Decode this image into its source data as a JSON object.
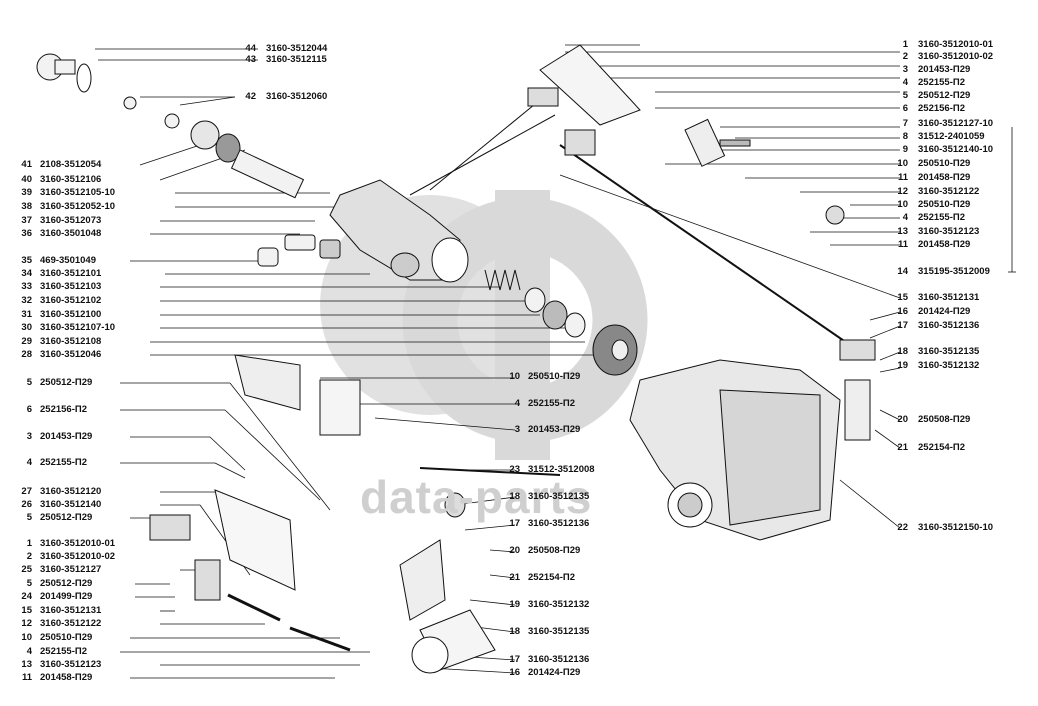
{
  "watermark": {
    "text": "data-parts",
    "color": "#cfcfcf"
  },
  "colors": {
    "ink": "#111111",
    "watermark": "#d0d0d0"
  },
  "top_left_labels": [
    {
      "num": "44",
      "code": "3160-3512044"
    },
    {
      "num": "43",
      "code": "3160-3512115"
    },
    {
      "num": "42",
      "code": "3160-3512060"
    }
  ],
  "left_upper_labels": [
    {
      "num": "41",
      "code": "2108-3512054"
    },
    {
      "num": "40",
      "code": "3160-3512106"
    },
    {
      "num": "39",
      "code": "3160-3512105-10"
    },
    {
      "num": "38",
      "code": "3160-3512052-10"
    },
    {
      "num": "37",
      "code": "3160-3512073"
    },
    {
      "num": "36",
      "code": "3160-3501048"
    },
    {
      "num": "35",
      "code": "469-3501049"
    },
    {
      "num": "34",
      "code": "3160-3512101"
    },
    {
      "num": "33",
      "code": "3160-3512103"
    },
    {
      "num": "32",
      "code": "3160-3512102"
    },
    {
      "num": "31",
      "code": "3160-3512100"
    },
    {
      "num": "30",
      "code": "3160-3512107-10"
    },
    {
      "num": "29",
      "code": "3160-3512108"
    },
    {
      "num": "28",
      "code": "3160-3512046"
    }
  ],
  "left_mid_labels": [
    {
      "num": "5",
      "code": "250512-П29"
    },
    {
      "num": "6",
      "code": "252156-П2"
    },
    {
      "num": "3",
      "code": "201453-П29"
    },
    {
      "num": "4",
      "code": "252155-П2"
    }
  ],
  "left_lower_labels": [
    {
      "num": "27",
      "code": "3160-3512120"
    },
    {
      "num": "26",
      "code": "3160-3512140"
    },
    {
      "num": "5",
      "code": "250512-П29"
    },
    {
      "num": "1",
      "code": "3160-3512010-01"
    },
    {
      "num": "2",
      "code": "3160-3512010-02"
    },
    {
      "num": "25",
      "code": "3160-3512127"
    },
    {
      "num": "5",
      "code": "250512-П29"
    },
    {
      "num": "24",
      "code": "201499-П29"
    },
    {
      "num": "15",
      "code": "3160-3512131"
    },
    {
      "num": "12",
      "code": "3160-3512122"
    },
    {
      "num": "10",
      "code": "250510-П29"
    },
    {
      "num": "4",
      "code": "252155-П2"
    },
    {
      "num": "13",
      "code": "3160-3512123"
    },
    {
      "num": "11",
      "code": "201458-П29"
    }
  ],
  "right_labels": [
    {
      "num": "1",
      "code": "3160-3512010-01"
    },
    {
      "num": "2",
      "code": "3160-3512010-02"
    },
    {
      "num": "3",
      "code": "201453-П29"
    },
    {
      "num": "4",
      "code": "252155-П2"
    },
    {
      "num": "5",
      "code": "250512-П29"
    },
    {
      "num": "6",
      "code": "252156-П2"
    },
    {
      "num": "7",
      "code": "3160-3512127-10"
    },
    {
      "num": "8",
      "code": "31512-2401059"
    },
    {
      "num": "9",
      "code": "3160-3512140-10"
    },
    {
      "num": "10",
      "code": "250510-П29"
    },
    {
      "num": "11",
      "code": "201458-П29"
    },
    {
      "num": "12",
      "code": "3160-3512122"
    },
    {
      "num": "10",
      "code": "250510-П29"
    },
    {
      "num": "4",
      "code": "252155-П2"
    },
    {
      "num": "13",
      "code": "3160-3512123"
    },
    {
      "num": "11",
      "code": "201458-П29"
    },
    {
      "num": "14",
      "code": "315195-3512009"
    }
  ],
  "right_lower_labels": [
    {
      "num": "15",
      "code": "3160-3512131"
    },
    {
      "num": "16",
      "code": "201424-П29"
    },
    {
      "num": "17",
      "code": "3160-3512136"
    },
    {
      "num": "18",
      "code": "3160-3512135"
    },
    {
      "num": "19",
      "code": "3160-3512132"
    },
    {
      "num": "20",
      "code": "250508-П29"
    },
    {
      "num": "21",
      "code": "252154-П2"
    },
    {
      "num": "22",
      "code": "3160-3512150-10"
    }
  ],
  "center_labels": [
    {
      "num": "10",
      "code": "250510-П29"
    },
    {
      "num": "4",
      "code": "252155-П2"
    },
    {
      "num": "3",
      "code": "201453-П29"
    },
    {
      "num": "23",
      "code": "31512-3512008"
    },
    {
      "num": "18",
      "code": "3160-3512135"
    },
    {
      "num": "17",
      "code": "3160-3512136"
    },
    {
      "num": "20",
      "code": "250508-П29"
    },
    {
      "num": "21",
      "code": "252154-П2"
    },
    {
      "num": "19",
      "code": "3160-3512132"
    },
    {
      "num": "18",
      "code": "3160-3512135"
    },
    {
      "num": "17",
      "code": "3160-3512136"
    },
    {
      "num": "16",
      "code": "201424-П29"
    }
  ]
}
